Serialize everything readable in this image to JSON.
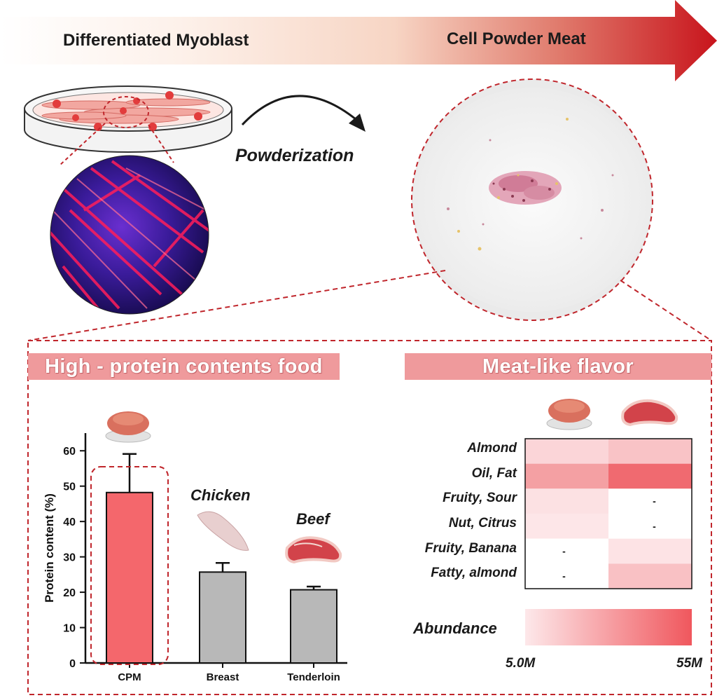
{
  "banner": {
    "left_label": "Differentiated Myoblast",
    "right_label": "Cell Powder Meat",
    "gradient_start": "#fdf1ea",
    "gradient_end": "#c8141c"
  },
  "process": {
    "label": "Powderization"
  },
  "left_panel": {
    "header": "High - protein contents food",
    "header_color": "#ef9a9c",
    "food_labels": [
      "Chicken",
      "Beef"
    ]
  },
  "right_panel": {
    "header": "Meat-like flavor",
    "legend": {
      "title": "Abundance",
      "min_label": "5.0M",
      "max_label": "55M"
    }
  },
  "chart_data": [
    {
      "type": "bar",
      "categories": [
        "CPM",
        "Breast",
        "Tenderloin"
      ],
      "values": [
        48.2,
        25.7,
        20.7
      ],
      "errors": [
        10.9,
        2.6,
        0.9
      ],
      "colors": [
        "#f4676c",
        "#b8b8b8",
        "#b8b8b8"
      ],
      "ylabel": "Protein content (%)",
      "ylim": [
        0,
        65
      ],
      "yticks": [
        0,
        10,
        20,
        30,
        40,
        50,
        60
      ],
      "highlight": "CPM"
    },
    {
      "type": "heatmap",
      "rows": [
        "Almond",
        "Oil, Fat",
        "Fruity, Sour",
        "Nut, Citrus",
        "Fruity, Banana",
        "Fatty, almond"
      ],
      "columns": [
        "CPM",
        "Beef"
      ],
      "missing_marker": "-",
      "cells": [
        [
          "#fbd5d8",
          "#f9c3c6"
        ],
        [
          "#f4a0a3",
          "#f06a70"
        ],
        [
          "#fce1e3",
          "-"
        ],
        [
          "#fde6e8",
          "-"
        ],
        [
          "-",
          "#fde3e5"
        ],
        [
          "-",
          "#f9c1c4"
        ]
      ],
      "colorbar": {
        "min": "5.0M",
        "max": "55M",
        "color_min": "#fde8ea",
        "color_max": "#f0575d"
      }
    }
  ]
}
